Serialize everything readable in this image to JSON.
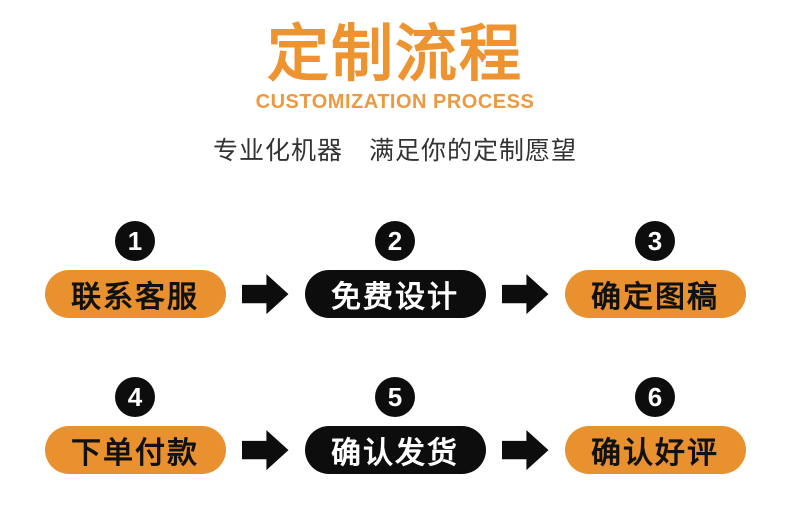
{
  "header": {
    "title": "定制流程",
    "subtitle": "CUSTOMIZATION PROCESS",
    "tagline": "专业化机器　满足你的定制愿望"
  },
  "colors": {
    "accent_orange_title": "#ED9430",
    "pill_orange": "#E8912E",
    "pill_black": "#0D0D0D",
    "tagline_text": "#333333",
    "background": "#FFFFFF"
  },
  "steps": [
    {
      "number": "1",
      "label": "联系客服",
      "variant": "orange"
    },
    {
      "number": "2",
      "label": "免费设计",
      "variant": "black"
    },
    {
      "number": "3",
      "label": "确定图稿",
      "variant": "orange"
    },
    {
      "number": "4",
      "label": "下单付款",
      "variant": "orange"
    },
    {
      "number": "5",
      "label": "确认发货",
      "variant": "black"
    },
    {
      "number": "6",
      "label": "确认好评",
      "variant": "orange"
    }
  ],
  "icons": {
    "arrow": "right-block-arrow"
  }
}
